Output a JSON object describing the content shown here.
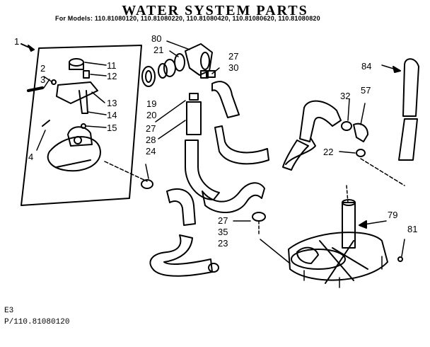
{
  "title": "WATER SYSTEM PARTS",
  "models_line": "For Models: 110.81080120, 110.81080220, 110.81080420, 110.81080620, 110.81080820",
  "footer": {
    "code": "E3",
    "ref": "P/110.81080120"
  },
  "callouts": [
    "1",
    "2",
    "3",
    "4",
    "11",
    "12",
    "13",
    "14",
    "15",
    "19",
    "20",
    "21",
    "27",
    "30",
    "80",
    "24",
    "27",
    "28",
    "27",
    "35",
    "23",
    "84",
    "32",
    "57",
    "22",
    "79",
    "81"
  ]
}
